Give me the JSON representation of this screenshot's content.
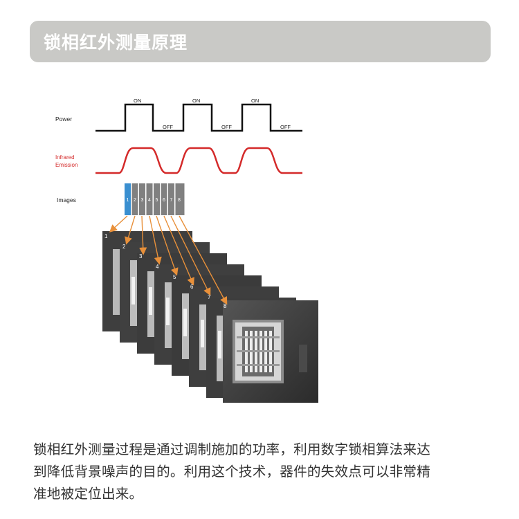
{
  "header": {
    "title": "锁相红外测量原理"
  },
  "diagram": {
    "power_label": "Power",
    "infrared_label_line1": "Infrared",
    "infrared_label_line2": "Emission",
    "images_label": "Images",
    "on_label": "ON",
    "off_label": "OFF",
    "frame_numbers": [
      "1",
      "2",
      "3",
      "4",
      "5",
      "6",
      "7",
      "8"
    ],
    "colors": {
      "power_wave": "#111111",
      "infrared_wave": "#d42a2a",
      "infrared_label": "#d42a2a",
      "highlight_frame": "#3a8fd0",
      "frame_fill": "#808080",
      "arrow": "#e8903a",
      "image_bg": "#3a3a3a"
    },
    "icons": [
      "arrow-icon",
      "ir-image-thumbnail",
      "chip-thermal-image"
    ]
  },
  "description": {
    "lines": [
      "锁相红外测量过程是通过调制施加的功率，利用数字锁相算法来达",
      "到降低背景噪声的目的。利用这个技术，器件的失效点可以非常精",
      "准地被定位出来。"
    ]
  }
}
